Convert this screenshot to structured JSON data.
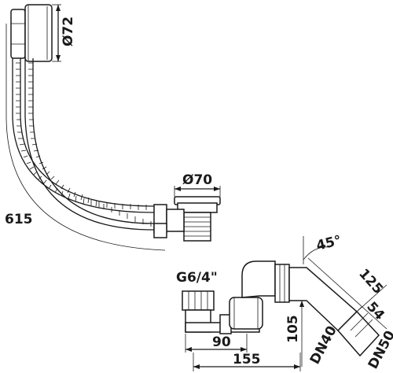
{
  "diagram": {
    "labels": {
      "dia_overflow": "Ø72",
      "dia_plug": "Ø70",
      "length_cable": "615",
      "thread": "G6/4\"",
      "angle": "45°",
      "dim_125": "125",
      "dim_54": "54",
      "dim_105": "105",
      "dim_90": "90",
      "dim_155": "155",
      "dn40": "DN40",
      "dn50": "DN50"
    }
  }
}
